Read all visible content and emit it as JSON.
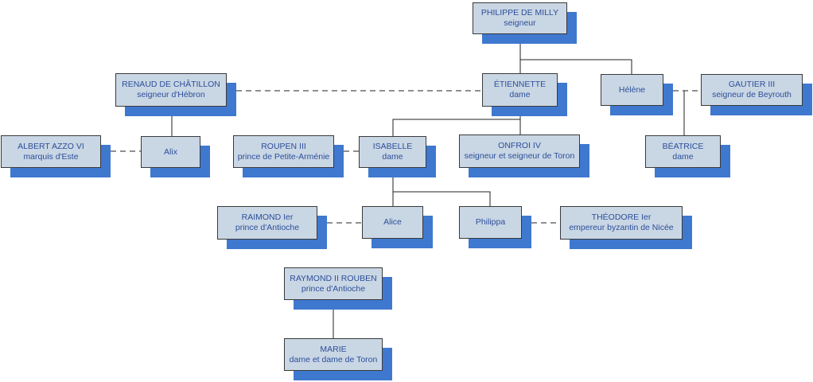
{
  "colors": {
    "box_fill": "#c9d6e4",
    "box_border": "#3a3a3a",
    "shadow": "#3f78cf",
    "text": "#2c4f9a",
    "line": "#222222"
  },
  "nodes": {
    "philippe": {
      "name": "PHILIPPE DE MILLY",
      "title": "seigneur"
    },
    "etiennette": {
      "name": "ÉTIENNETTE",
      "title": "dame"
    },
    "helene": {
      "name": "Hélène",
      "title": ""
    },
    "gautier": {
      "name": "GAUTIER III",
      "title": "seigneur de Beyrouth"
    },
    "renaud": {
      "name": "RENAUD DE CHÂTILLON",
      "title": "seigneur d'Hébron"
    },
    "albert": {
      "name": "ALBERT AZZO VI",
      "title": "marquis d'Este"
    },
    "alix": {
      "name": "Alix",
      "title": ""
    },
    "roupen": {
      "name": "ROUPEN III",
      "title": "prince de Petite-Arménie"
    },
    "isabelle": {
      "name": "ISABELLE",
      "title": "dame"
    },
    "onfroi": {
      "name": "ONFROI IV",
      "title": "seigneur et seigneur de Toron"
    },
    "beatrice": {
      "name": "BÉATRICE",
      "title": "dame"
    },
    "raimond": {
      "name": "RAIMOND Ier",
      "title": "prince d'Antioche"
    },
    "alice": {
      "name": "Alice",
      "title": ""
    },
    "philippa": {
      "name": "Philippa",
      "title": ""
    },
    "theodore": {
      "name": "THÉODORE Ier",
      "title": "empereur byzantin de Nicée"
    },
    "raymond2": {
      "name": "RAYMOND II ROUBEN",
      "title": "prince d'Antioche"
    },
    "marie": {
      "name": "MARIE",
      "title": "dame et dame de Toron"
    }
  }
}
